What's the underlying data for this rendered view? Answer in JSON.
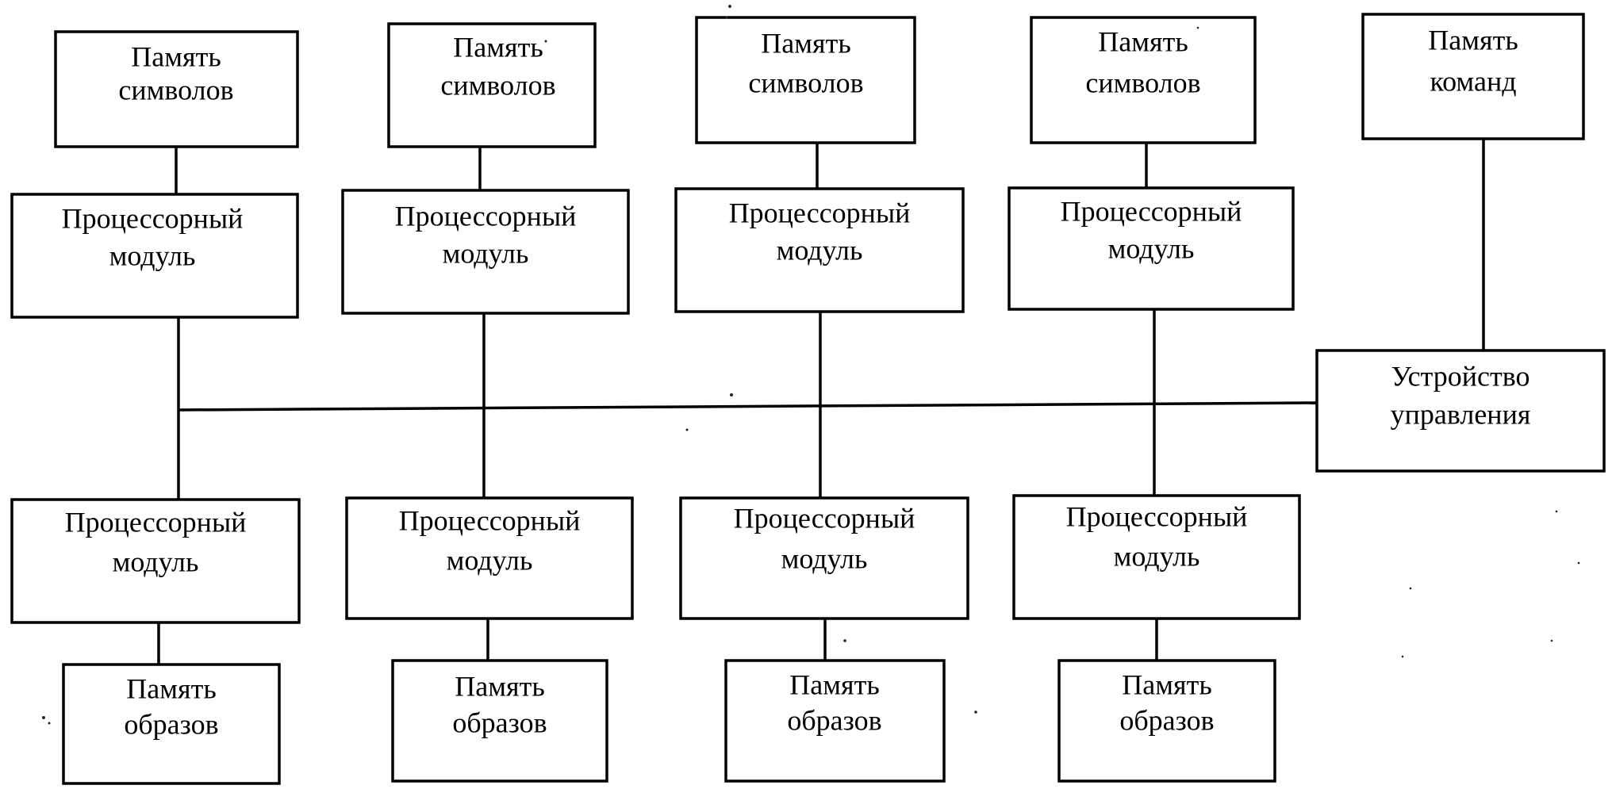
{
  "blocks": {
    "symbol_memory": {
      "line1": "Память",
      "line2": "символов"
    },
    "command_memory": {
      "line1": "Память",
      "line2": "команд"
    },
    "processor_module": {
      "line1": "Процессорный",
      "line2": "модуль"
    },
    "control_unit": {
      "line1": "Устройство",
      "line2": "управления"
    },
    "image_memory": {
      "line1": "Память",
      "line2": "образов"
    }
  },
  "colors": {
    "stroke": "#000000",
    "background": "#ffffff"
  }
}
